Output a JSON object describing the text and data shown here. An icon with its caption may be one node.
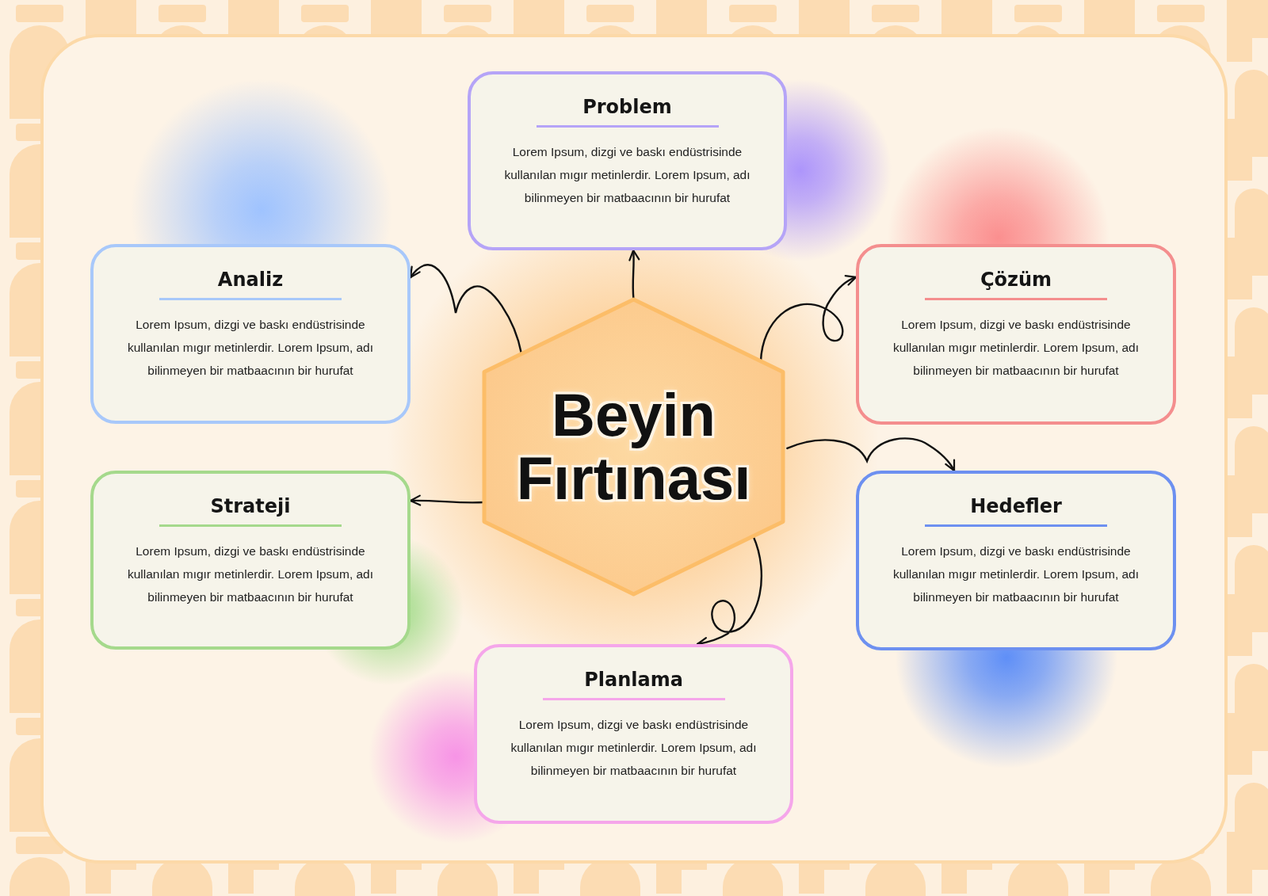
{
  "diagram": {
    "nodes": [
      {
        "text": [
          "Problem",
          "Lorem Ipsum, dizgi ve baskı endüstrisinde kullanılan mıgır metinlerdir. Lorem Ipsum, adı bilinmeyen bir matbaacının bir hurufat"
        ]
      },
      {
        "text": [
          "Analiz",
          "Lorem Ipsum, dizgi ve baskı endüstrisinde kullanılan mıgır metinlerdir. Lorem Ipsum, adı bilinmeyen bir matbaacının bir hurufat"
        ]
      },
      {
        "text": [
          "Çözüm",
          "Lorem Ipsum, dizgi ve baskı endüstrisinde kullanılan mıgır metinlerdir. Lorem Ipsum, adı bilinmeyen bir matbaacının bir hurufat"
        ]
      },
      {
        "text": [
          "Beyin Fırtınası"
        ]
      },
      {
        "text": [
          "Strateji",
          "Lorem Ipsum, dizgi ve baskı endüstrisinde kullanılan mıgır metinlerdir. Lorem Ipsum, adı bilinmeyen bir matbaacının bir hurufat"
        ]
      },
      {
        "text": [
          "Hedefler",
          "Lorem Ipsum, dizgi ve baskı endüstrisinde kullanılan mıgır metinlerdir. Lorem Ipsum, adı bilinmeyen bir matbaacının bir hurufat"
        ]
      },
      {
        "text": [
          "Planlama",
          "Lorem Ipsum, dizgi ve baskı endüstrisinde kullanılan mıgır metinlerdir. Lorem Ipsum, adı bilinmeyen bir matbaacının bir hurufat"
        ]
      }
    ],
    "edges": [
      {
        "from": 3,
        "to": 0,
        "arrow": "to"
      },
      {
        "from": 3,
        "to": 1,
        "arrow": "to"
      },
      {
        "from": 3,
        "to": 2,
        "arrow": "to"
      },
      {
        "from": 3,
        "to": 5,
        "arrow": "to"
      },
      {
        "from": 3,
        "to": 4,
        "arrow": "to"
      },
      {
        "from": 3,
        "to": 6,
        "arrow": "to"
      }
    ]
  }
}
